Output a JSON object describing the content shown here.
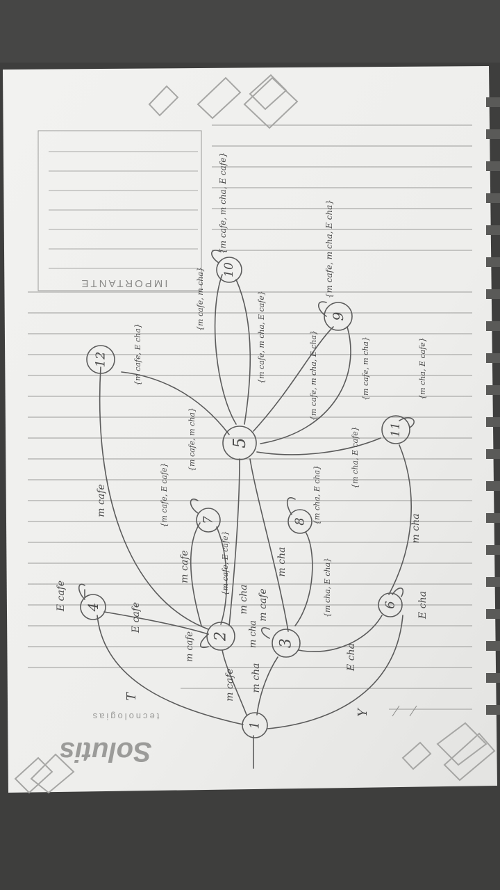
{
  "printed": {
    "important_label": "IMPORTANTE",
    "brand": "Solutis",
    "brand_sub": "tecnologias"
  },
  "diagram": {
    "states": [
      "1",
      "2",
      "3",
      "4",
      "5",
      "6",
      "7",
      "8",
      "9",
      "10",
      "11",
      "12"
    ],
    "edge_labels": {
      "e_1_4": "T",
      "e_1_6": "Y",
      "e_1_2": "m cafe",
      "e_1_3": "m cha",
      "e_4_2": "E cafe",
      "e_4_self": "E cafe",
      "e_2_self": "m cafe",
      "e_2_7": "m cafe",
      "e_2_3": "m cha",
      "e_3_2": "m cafe",
      "e_3_self": "m cha",
      "e_3_8": "m cha",
      "e_3_6": "E cha",
      "e_6_self": "E cha",
      "e_6_11": "m cha",
      "e_12_2": "m cafe"
    },
    "set_labels": {
      "s7": "{m cafe, E cafe}",
      "s8": "{m cha, E cha}",
      "s2_7": "{m cafe, E cafe}",
      "s3_8": "{m cha, E cha}",
      "s5": "{m cafe, m cha}",
      "s12": "{m cafe, E cha}",
      "s10": "{m cafe, m cha}",
      "s10_self": "{m cafe, m cha, E cafe}",
      "s5_10": "{m cafe, m cha, E cafe}",
      "s5_9": "{m cafe, m cha, E cha}",
      "s9_self": "{m cafe, m cha, E cha}",
      "s9_11": "{m cafe, m cha}",
      "s5_11": "{m cha, E cafe}",
      "s11_self": "{m cha, E cafe}"
    }
  }
}
